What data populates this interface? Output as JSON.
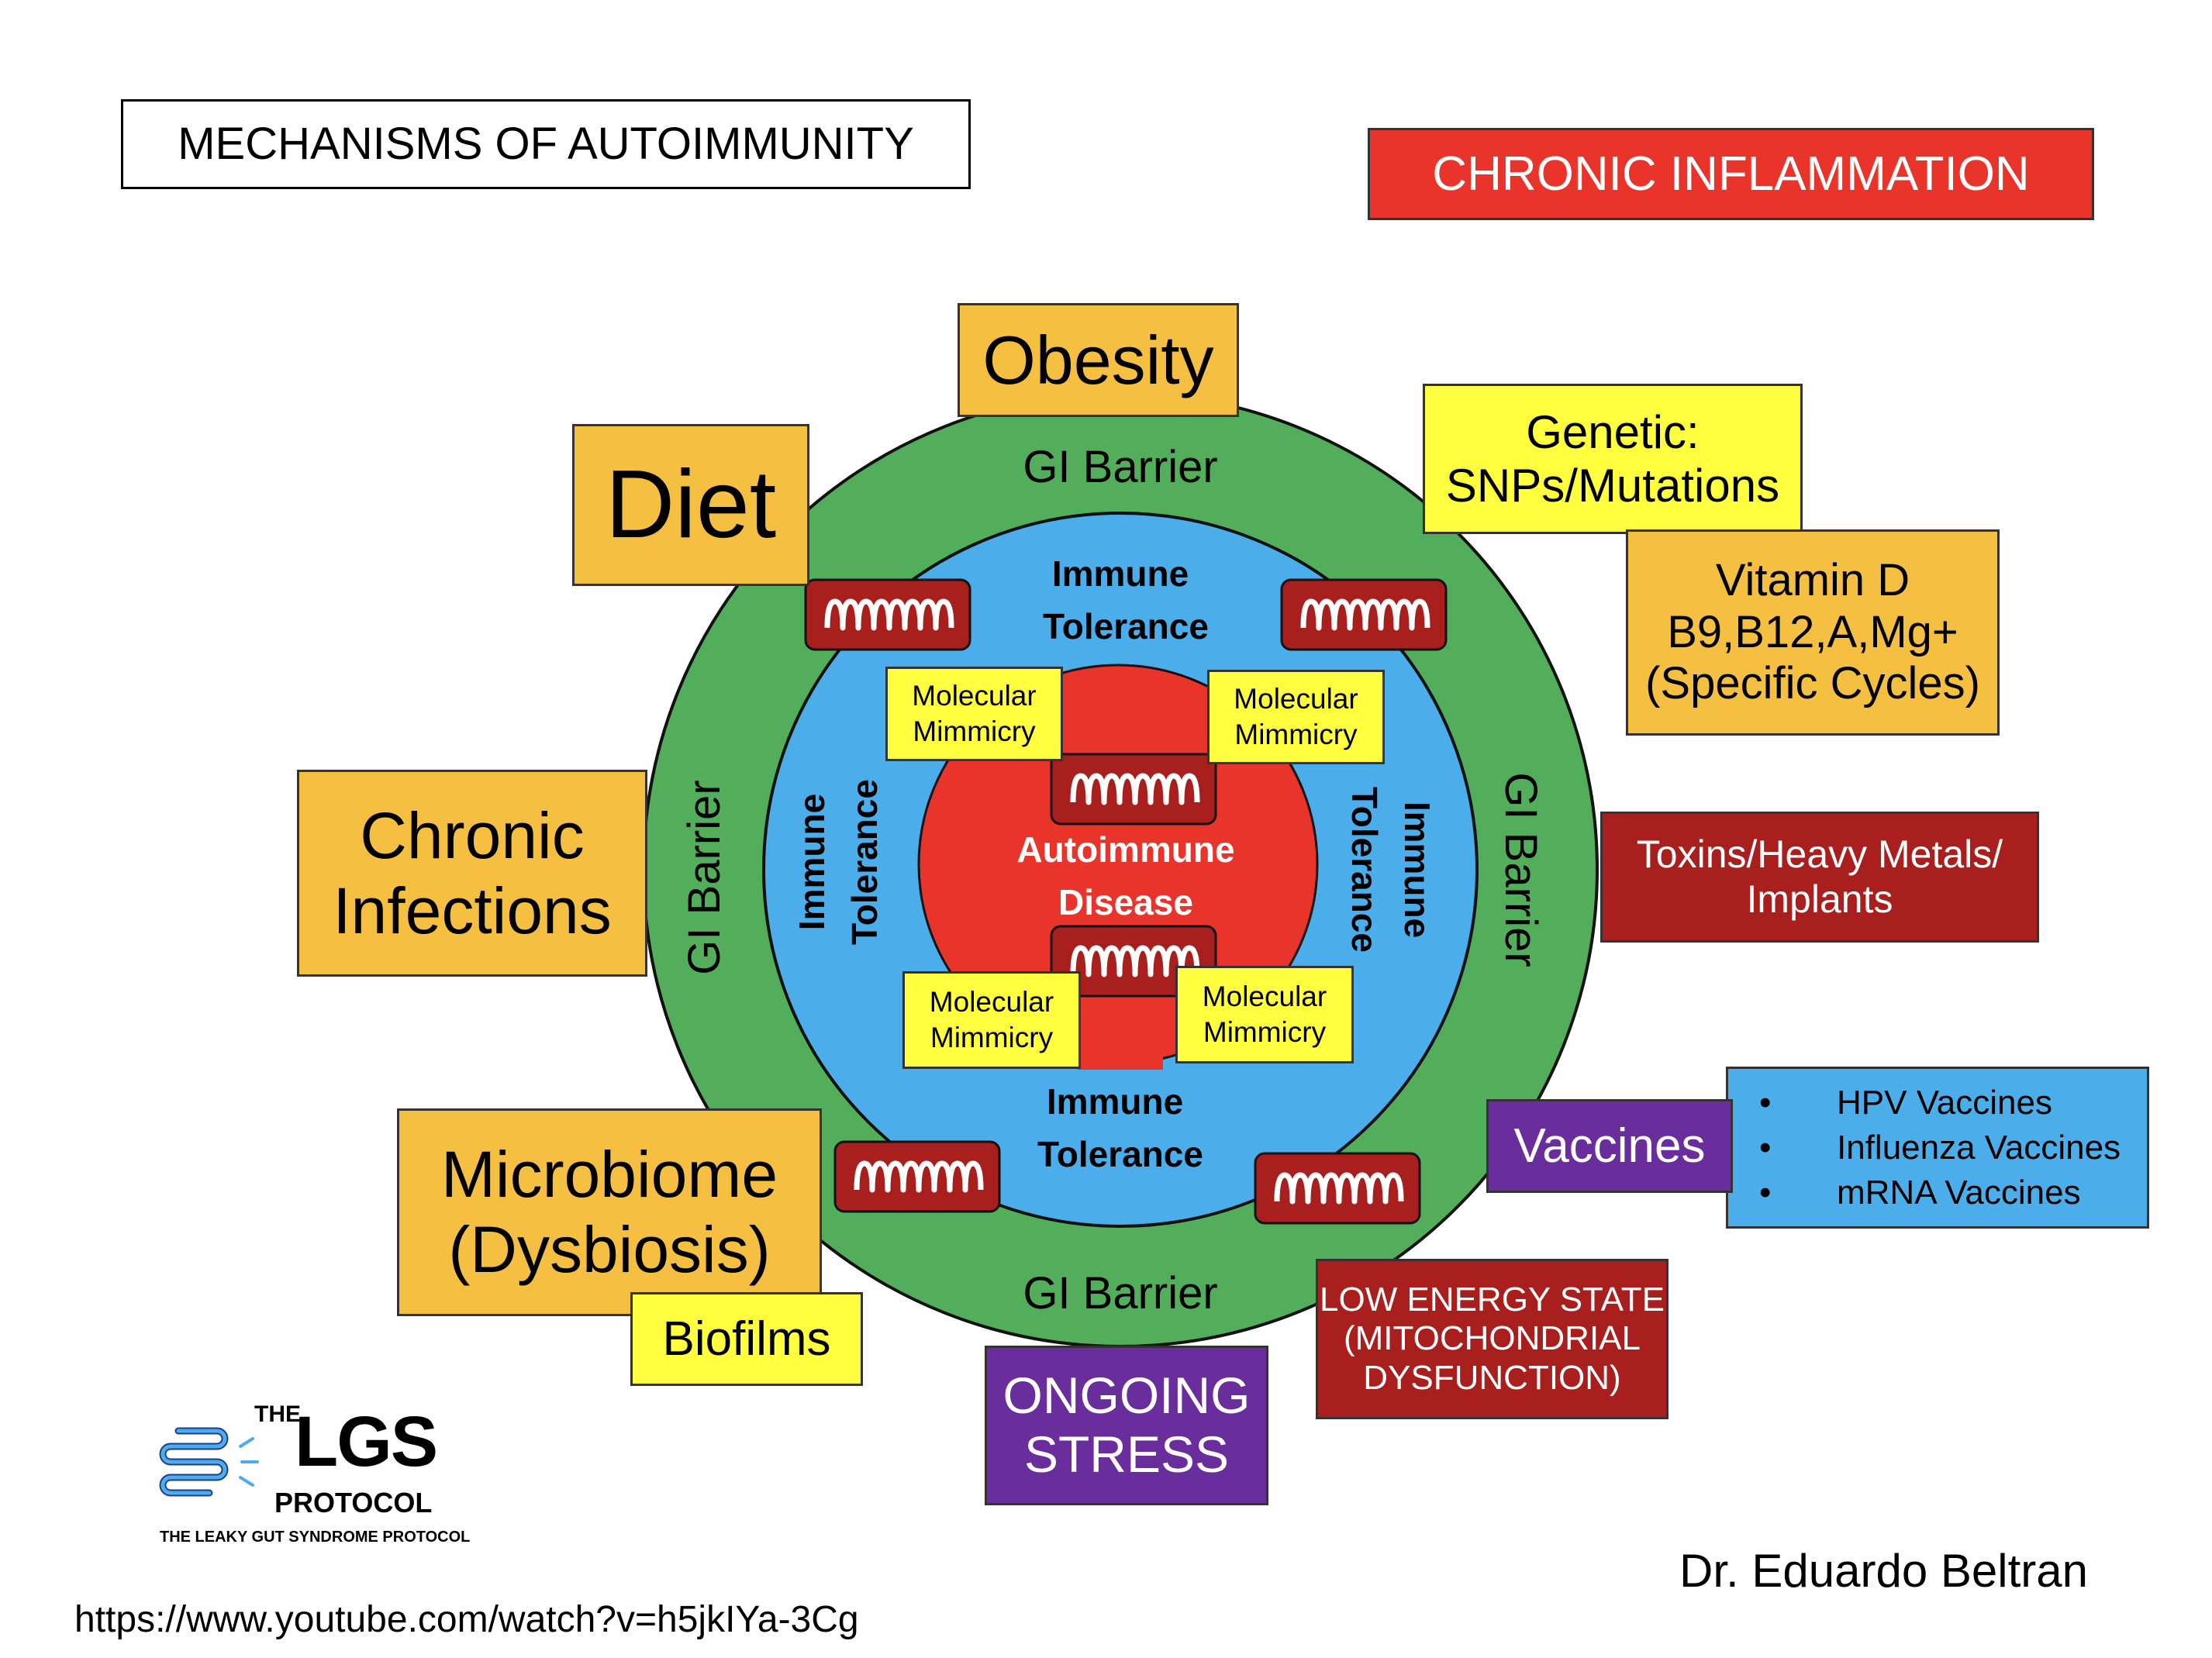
{
  "title": "MECHANISMS OF AUTOIMMUNITY",
  "header_badge": "CHRONIC INFLAMMATION",
  "rings": {
    "outer_label": "GI Barrier",
    "middle_label_line1": "Immune",
    "middle_label_line2": "Tolerance",
    "core_line1": "Autoimmune",
    "core_line2": "Disease",
    "mimicry_line1": "Molecular",
    "mimicry_line2": "Mimmicry"
  },
  "factors": {
    "obesity": "Obesity",
    "diet": "Diet",
    "genetic_line1": "Genetic:",
    "genetic_line2": "SNPs/Mutations",
    "vitamin_line1": "Vitamin D",
    "vitamin_line2": "B9,B12,A,Mg+",
    "vitamin_line3": "(Specific Cycles)",
    "infections_line1": "Chronic",
    "infections_line2": "Infections",
    "toxins_line1": "Toxins/Heavy Metals/",
    "toxins_line2": "Implants",
    "microbiome_line1": "Microbiome",
    "microbiome_line2": "(Dysbiosis)",
    "biofilms": "Biofilms",
    "vaccines": "Vaccines",
    "vaccine_list": [
      "HPV Vaccines",
      "Influenza Vaccines",
      "mRNA Vaccines"
    ],
    "stress_line1": "ONGOING",
    "stress_line2": "STRESS",
    "energy_line1": "LOW ENERGY STATE",
    "energy_line2": "(MITOCHONDRIAL",
    "energy_line3": "DYSFUNCTION)"
  },
  "logo": {
    "the": "THE",
    "lgs": "LGS",
    "protocol": "PROTOCOL",
    "tagline": "THE LEAKY GUT SYNDROME PROTOCOL"
  },
  "author": "Dr. Eduardo Beltran",
  "url": "https://www.youtube.com/watch?v=h5jkIYa-3Cg",
  "colors": {
    "gi_barrier": "#52ae5a",
    "immune_tolerance": "#4badea",
    "autoimmune_core": "#e8342a",
    "villi_box": "#a81f1d",
    "factor_orange": "#f5bf42",
    "factor_yellow": "#ffff40",
    "factor_purple": "#6a2d9c"
  },
  "icons": [
    "intestinal-villi-icon",
    "gut-logo-icon"
  ]
}
